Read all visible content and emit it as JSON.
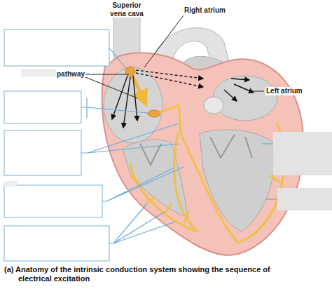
{
  "diagram": {
    "caption": "(a) Anatomy of the intrinsic conduction system showing the sequence of electrical excitation",
    "labels": [
      "Superior vena cava",
      "Right atrium",
      "pathway",
      "Left atrium"
    ]
  }
}
